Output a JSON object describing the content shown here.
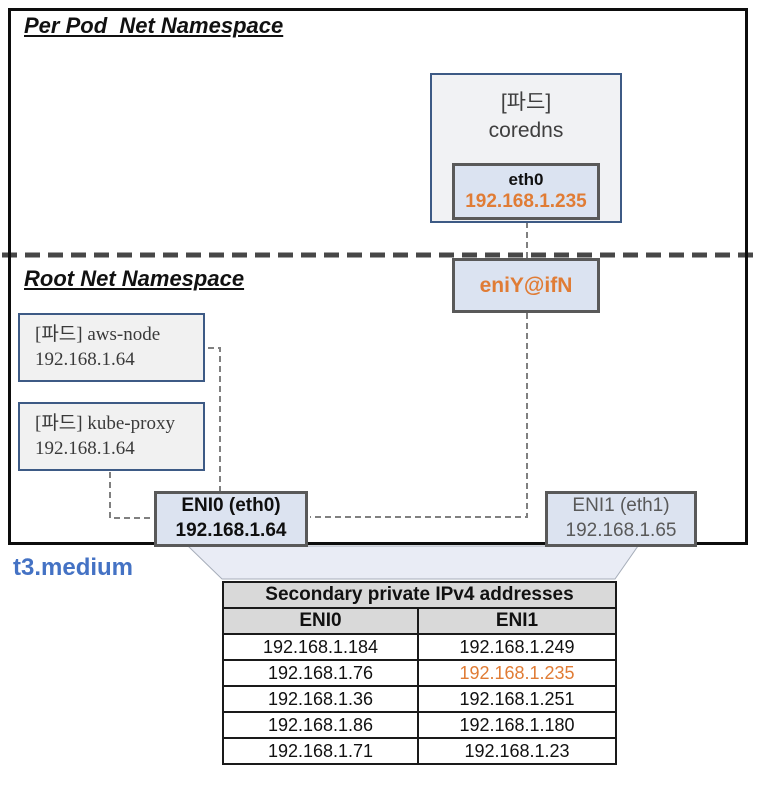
{
  "colors": {
    "accent_orange": "#e07c35",
    "instance_blue": "#4472c4",
    "pod_border_blue": "#3d5a85",
    "iface_fill_blue": "#dbe3f1",
    "table_header_gray": "#d9d9d9"
  },
  "namespaces": {
    "per_pod": {
      "title": "Per Pod  Net Namespace"
    },
    "root": {
      "title": "Root Net Namespace"
    }
  },
  "pods": {
    "coredns": {
      "tag": "[파드]",
      "name": "coredns",
      "iface": {
        "name": "eth0",
        "ip": "192.168.1.235"
      }
    },
    "aws_node": {
      "label": "[파드] aws-node",
      "ip": "192.168.1.64"
    },
    "kube_proxy": {
      "label": "[파드] kube-proxy",
      "ip": "192.168.1.64"
    }
  },
  "veth": {
    "label": "eniY@ifN"
  },
  "enis": {
    "eni0": {
      "label": "ENI0 (eth0)",
      "ip": "192.168.1.64"
    },
    "eni1": {
      "label": "ENI1 (eth1)",
      "ip": "192.168.1.65"
    }
  },
  "instance_type": "t3.medium",
  "table": {
    "title": "Secondary private IPv4 addresses",
    "columns": [
      "ENI0",
      "ENI1"
    ],
    "rows": [
      [
        "192.168.1.184",
        "192.168.1.249"
      ],
      [
        "192.168.1.76",
        "192.168.1.235"
      ],
      [
        "192.168.1.36",
        "192.168.1.251"
      ],
      [
        "192.168.1.86",
        "192.168.1.180"
      ],
      [
        "192.168.1.71",
        "192.168.1.23"
      ]
    ],
    "highlight_cell": {
      "row": 1,
      "col": 1,
      "color": "#e07c35"
    }
  }
}
